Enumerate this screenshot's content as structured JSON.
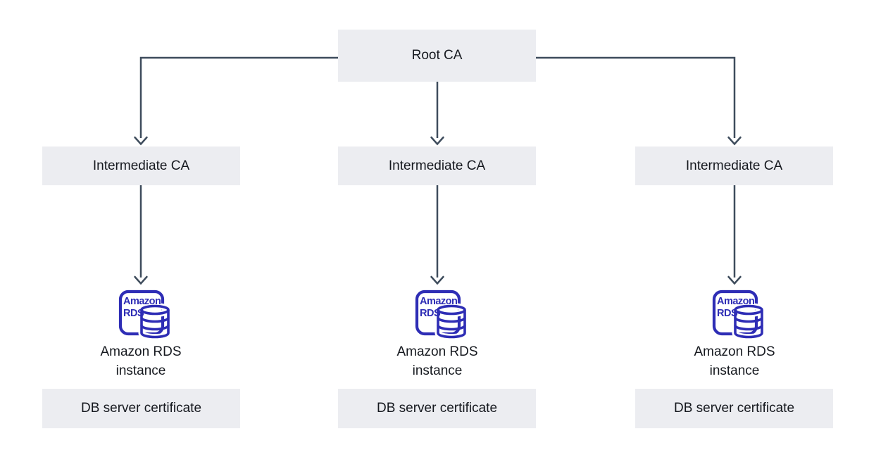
{
  "root_ca": {
    "label": "Root CA"
  },
  "columns": [
    {
      "intermediate": {
        "label": "Intermediate CA"
      },
      "rds_icon": {
        "line1": "Amazon",
        "line2": "RDS"
      },
      "instance": {
        "label": "Amazon RDS instance"
      },
      "certificate": {
        "label": "DB server certificate"
      }
    },
    {
      "intermediate": {
        "label": "Intermediate CA"
      },
      "rds_icon": {
        "line1": "Amazon",
        "line2": "RDS"
      },
      "instance": {
        "label": "Amazon RDS instance"
      },
      "certificate": {
        "label": "DB server certificate"
      }
    },
    {
      "intermediate": {
        "label": "Intermediate CA"
      },
      "rds_icon": {
        "line1": "Amazon",
        "line2": "RDS"
      },
      "instance": {
        "label": "Amazon RDS instance"
      },
      "certificate": {
        "label": "DB server certificate"
      }
    }
  ],
  "colors": {
    "node_background": "#ECEDF1",
    "connector": "#3E4C5C",
    "rds_brand": "#2E2DB5",
    "text": "#16191F"
  }
}
